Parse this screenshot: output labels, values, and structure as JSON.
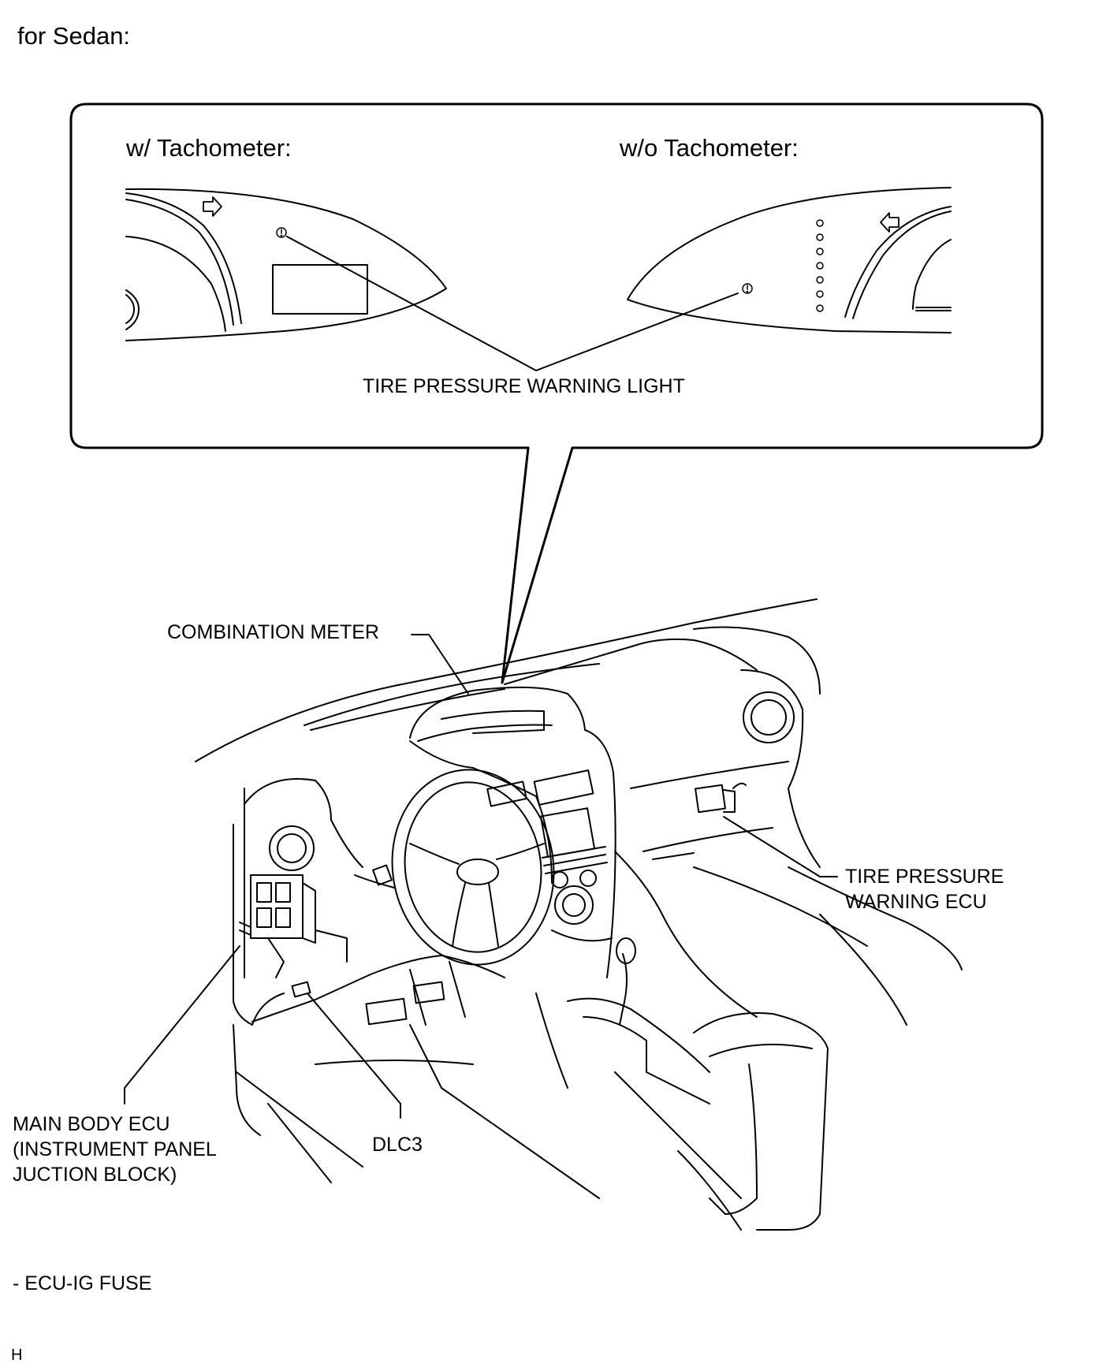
{
  "heading": "for Sedan:",
  "inset": {
    "left_title": "w/ Tachometer:",
    "right_title": "w/o Tachometer:",
    "warning_light_label": "TIRE PRESSURE WARNING LIGHT"
  },
  "callouts": {
    "combination_meter": "COMBINATION METER",
    "tpw_ecu_line1": "TIRE PRESSURE",
    "tpw_ecu_line2": "WARNING ECU",
    "main_body_line1": "MAIN BODY ECU",
    "main_body_line2": "(INSTRUMENT PANEL",
    "main_body_line3": "JUCTION BLOCK)",
    "dlc3": "DLC3"
  },
  "fuse_note": "- ECU-IG FUSE",
  "footer_code": "H"
}
